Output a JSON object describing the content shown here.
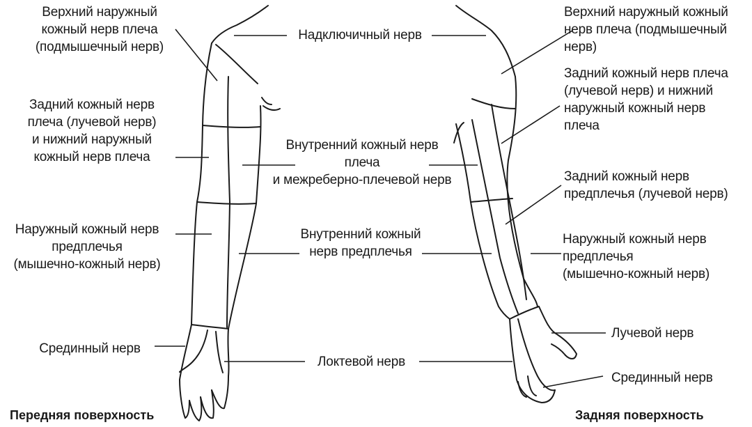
{
  "diagram": {
    "front_title": "Передняя поверхность",
    "back_title": "Задняя поверхность",
    "labels": {
      "upper_lateral_front": [
        "Верхний наружный",
        "кожный нерв плеча",
        "(подмышечный нерв)"
      ],
      "posterior_front": [
        "Задний кожный нерв",
        "плеча (лучевой нерв)",
        "и нижний наружный",
        "кожный нерв плеча"
      ],
      "lateral_forearm_front": [
        "Наружный кожный нерв",
        "предплечья",
        "(мышечно-кожный нерв)"
      ],
      "median_front": [
        "Срединный нерв"
      ],
      "supraclavicular": [
        "Надключичный нерв"
      ],
      "medial_brachial": [
        "Внутренний кожный нерв",
        "плеча",
        "и межреберно-плечевой нерв"
      ],
      "medial_forearm": [
        "Внутренний кожный",
        "нерв предплечья"
      ],
      "ulnar": [
        "Локтевой нерв"
      ],
      "upper_lateral_back": [
        "Верхний наружный кожный",
        "нерв плеча (подмышечный",
        "нерв)"
      ],
      "posterior_back": [
        "Задний кожный нерв плеча",
        "(лучевой нерв) и нижний",
        "наружный кожный нерв",
        "плеча"
      ],
      "posterior_forearm_back": [
        "Задний кожный нерв",
        "предплечья (лучевой нерв)"
      ],
      "lateral_forearm_back": [
        "Наружный кожный нерв",
        "предплечья",
        "(мышечно-кожный нерв)"
      ],
      "radial_back": [
        "Лучевой нерв"
      ],
      "median_back": [
        "Срединный нерв"
      ]
    }
  }
}
